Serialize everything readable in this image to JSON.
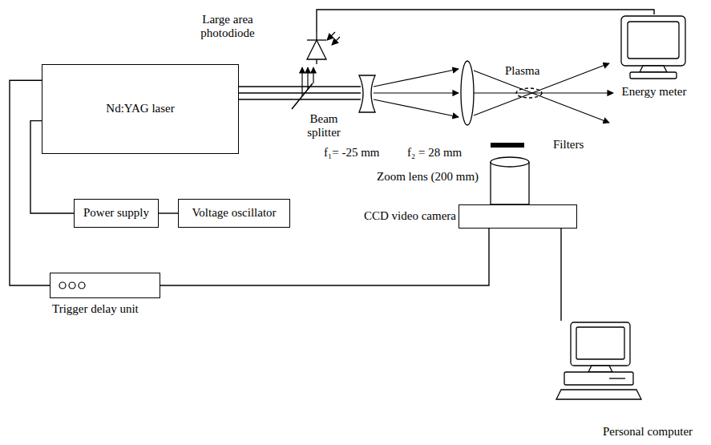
{
  "diagram": {
    "nodes": [
      {
        "text": [
          "Large area photodiode"
        ]
      },
      {
        "text": [
          "Energy meter"
        ]
      },
      {
        "text": [
          "Nd:YAG laser"
        ]
      },
      {
        "text": [
          "CCD video camera"
        ]
      },
      {
        "text": [
          "Power supply"
        ]
      },
      {
        "text": [
          "Voltage oscillator"
        ]
      },
      {
        "text": [
          "Trigger delay unit"
        ]
      },
      {
        "text": [
          "Personal computer"
        ]
      }
    ],
    "edges": [
      {
        "from": 0,
        "to": 1,
        "arrow": "none"
      },
      {
        "from": 2,
        "to": 6,
        "arrow": "none"
      },
      {
        "from": 2,
        "to": 4,
        "arrow": "none"
      },
      {
        "from": 4,
        "to": 5,
        "arrow": "none"
      },
      {
        "from": 6,
        "to": 3,
        "arrow": "none"
      },
      {
        "from": 3,
        "to": 7,
        "arrow": "none"
      }
    ],
    "labels": [
      "Beam splitter",
      "f₁= -25 mm",
      "f₂ = 28 mm",
      "Plasma",
      "Filters",
      "Zoom lens (200 mm)"
    ]
  }
}
